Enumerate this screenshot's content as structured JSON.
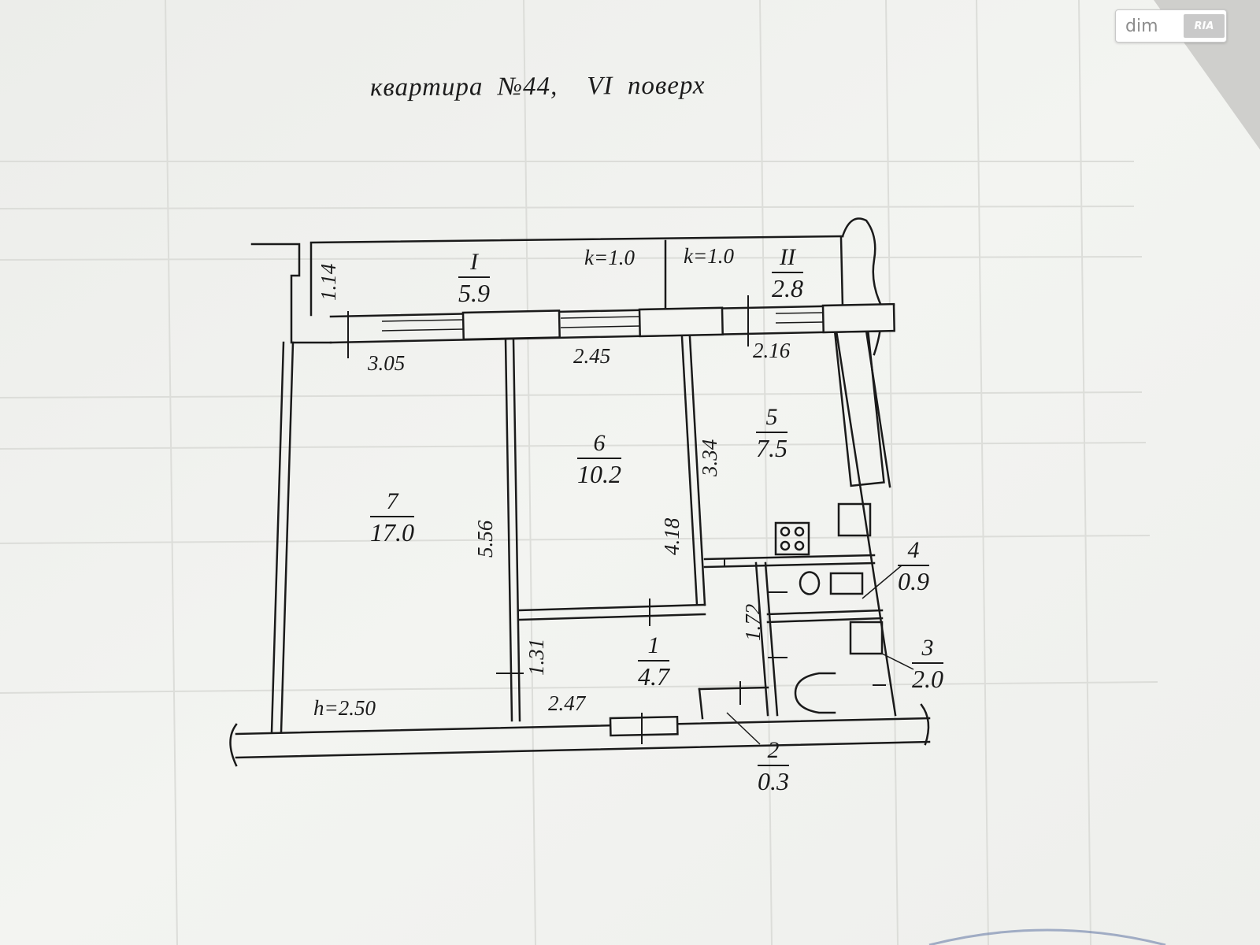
{
  "document": {
    "title": "квартира  №44,    VI  поверх"
  },
  "rooms": [
    {
      "id": "I",
      "area": "5.9"
    },
    {
      "id": "II",
      "area": "2.8"
    },
    {
      "id": "1",
      "area": "4.7"
    },
    {
      "id": "2",
      "area": "0.3"
    },
    {
      "id": "3",
      "area": "2.0"
    },
    {
      "id": "4",
      "area": "0.9"
    },
    {
      "id": "5",
      "area": "7.5"
    },
    {
      "id": "6",
      "area": "10.2"
    },
    {
      "id": "7",
      "area": "17.0"
    }
  ],
  "dimensions": {
    "balcony_left_depth": "1.14",
    "balcony_coef_left": "k=1.0",
    "balcony_coef_right": "k=1.0",
    "room7_width": "3.05",
    "room6_width": "2.45",
    "room5_width": "2.16",
    "room5_depth": "3.34",
    "room7_depth": "5.56",
    "room6_depth": "4.18",
    "corridor_depth": "1.31",
    "hall_depth": "1.72",
    "hall_width": "2.47",
    "ceiling_height": "h=2.50"
  },
  "watermark": {
    "text": "dim",
    "badge": "RIA"
  },
  "colors": {
    "paper": "#f3f4f1",
    "line": "#1a1a1a",
    "background": "#dcdcda"
  }
}
